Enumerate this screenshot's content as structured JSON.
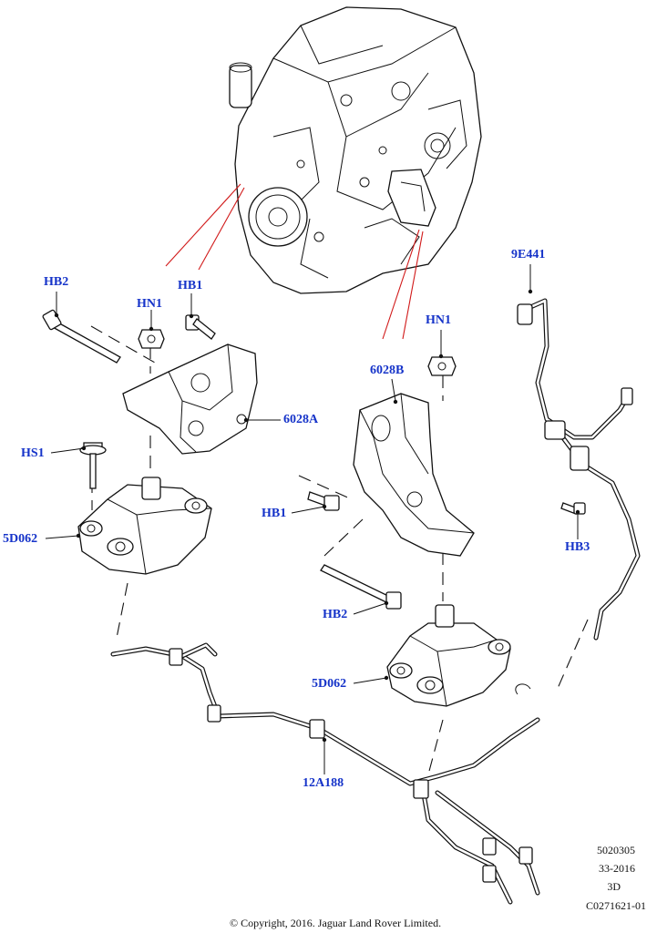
{
  "callouts": {
    "hb2_left": "HB2",
    "hn1_left": "HN1",
    "hb1_left": "HB1",
    "p6028a": "6028A",
    "hs1": "HS1",
    "p5d062_left": "5D062",
    "p9e441": "9E441",
    "hn1_right": "HN1",
    "p6028b": "6028B",
    "hb1_right": "HB1",
    "hb3": "HB3",
    "hb2_right": "HB2",
    "p5d062_right": "5D062",
    "p12a188": "12A188"
  },
  "meta": {
    "line1": "5020305",
    "line2": "33-2016",
    "line3": "3D",
    "line4": "C0271621-01"
  },
  "copyright": "© Copyright, 2016. Jaguar Land Rover Limited.",
  "colors": {
    "callout": "#1533c9",
    "highlight_line": "#d11a1a",
    "line": "#111111"
  }
}
